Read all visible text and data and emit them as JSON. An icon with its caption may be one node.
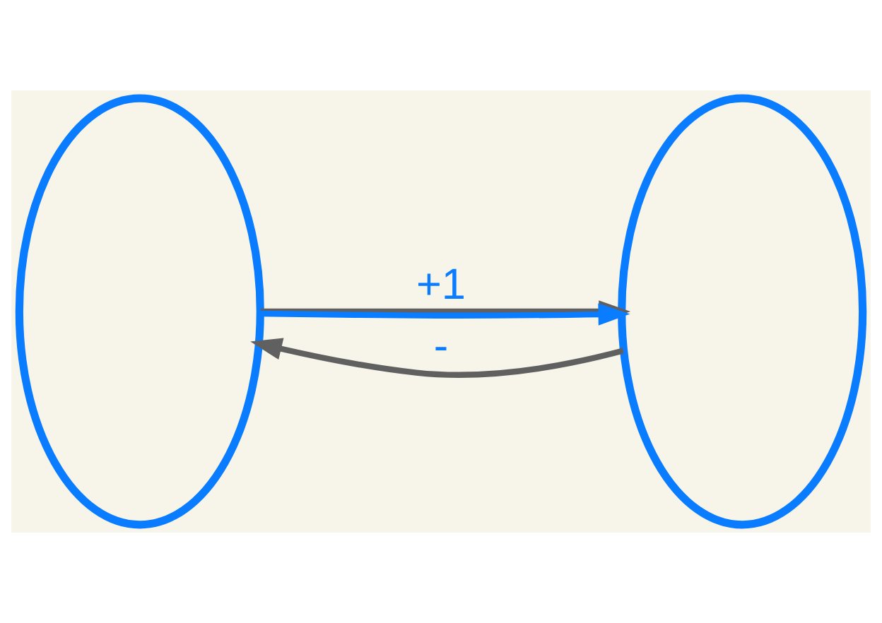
{
  "diagram": {
    "nodes": [
      {
        "text": [],
        "shape": "ellipse"
      },
      {
        "text": [],
        "shape": "ellipse"
      }
    ],
    "edges": [
      {
        "from": 0,
        "to": 1,
        "arrow": "to",
        "label": "+1"
      },
      {
        "from": 0,
        "to": 1,
        "arrow": "to",
        "color": "#0a7cff"
      },
      {
        "from": 1,
        "to": 0,
        "arrow": "to",
        "label": "-"
      }
    ]
  }
}
